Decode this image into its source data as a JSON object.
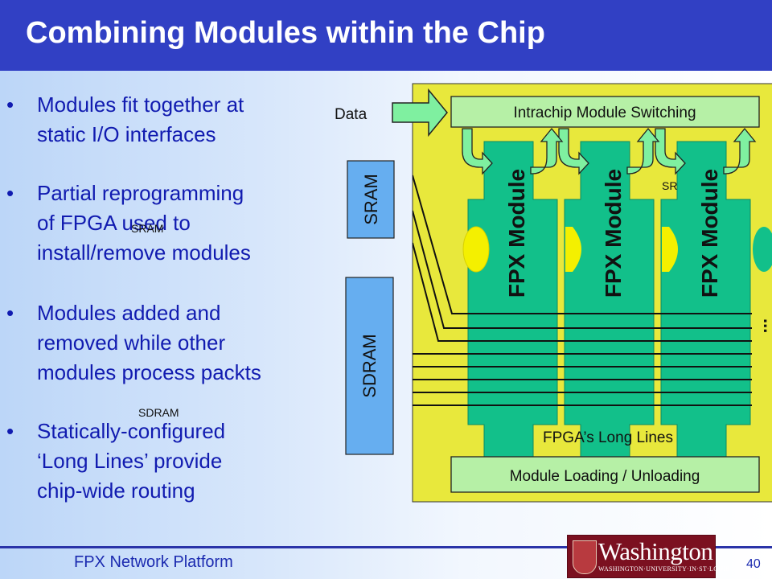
{
  "slide": {
    "title": "Combining Modules within the Chip",
    "bullets": [
      {
        "line1": "Modules fit together at",
        "line2": "static I/O interfaces"
      },
      {
        "line1": "Partial reprogramming",
        "line2": "of FPGA used to",
        "line3": "install/remove modules"
      },
      {
        "line1": "Modules added and",
        "line2": "removed while other",
        "line3": "modules process packts"
      },
      {
        "line1": "Statically-configured",
        "line2": "‘Long Lines’ provide",
        "line3": "chip-wide routing"
      }
    ],
    "bullet_symbol": "•",
    "stray_labels": {
      "sram": "SRAM",
      "sdram": "SDRAM",
      "sr_fragment": "SR"
    }
  },
  "diagram": {
    "data_label": "Data",
    "switching_label": "Intrachip Module Switching",
    "sram_label": "SRAM",
    "sdram_label": "SDRAM",
    "module_label": "FPX Module",
    "long_lines_label": "FPGA’s Long Lines",
    "loading_label": "Module Loading / Unloading",
    "ellipsis": "..."
  },
  "footer": {
    "platform": "FPX Network Platform",
    "page_number": "40",
    "logo_word": "Washington",
    "logo_sub": "WASHINGTON·UNIVERSITY·IN·ST·LOUIS"
  },
  "colors": {
    "header": "#3140c4",
    "chip": "#e8e83c",
    "module": "#12c08a",
    "arrow": "#7ff0a0",
    "box": "#66aef0",
    "text_blue": "#111bb0"
  }
}
